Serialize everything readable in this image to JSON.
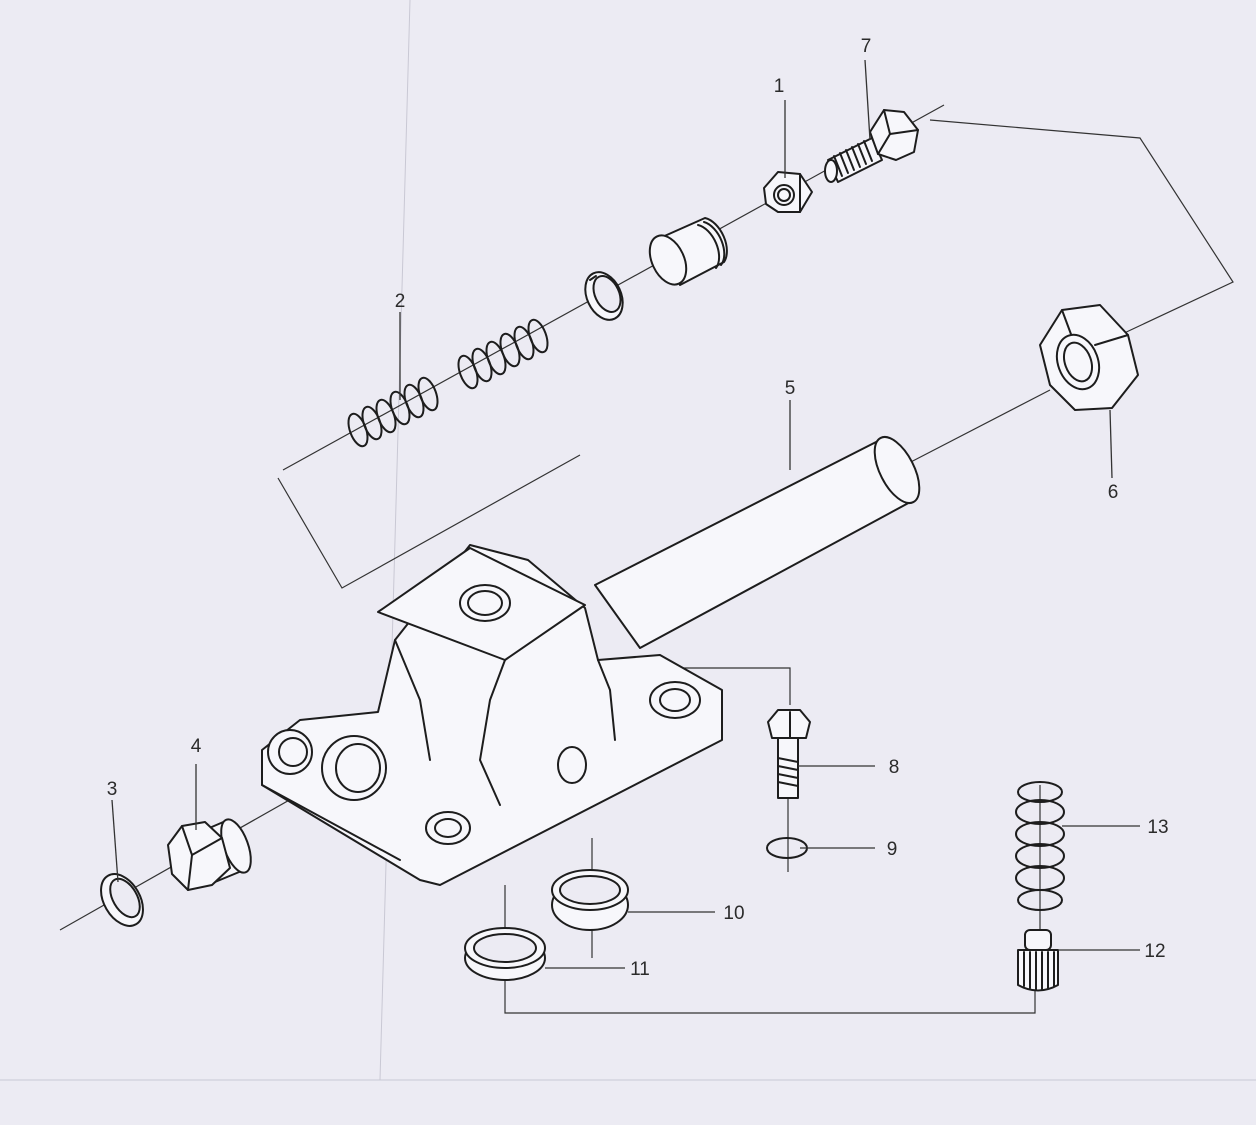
{
  "callouts": [
    {
      "id": "callout-1",
      "label": "1"
    },
    {
      "id": "callout-2",
      "label": "2"
    },
    {
      "id": "callout-3",
      "label": "3"
    },
    {
      "id": "callout-4",
      "label": "4"
    },
    {
      "id": "callout-5",
      "label": "5"
    },
    {
      "id": "callout-6",
      "label": "6"
    },
    {
      "id": "callout-7",
      "label": "7"
    },
    {
      "id": "callout-8",
      "label": "8"
    },
    {
      "id": "callout-9",
      "label": "9"
    },
    {
      "id": "callout-10",
      "label": "10"
    },
    {
      "id": "callout-11",
      "label": "11"
    },
    {
      "id": "callout-12",
      "label": "12"
    },
    {
      "id": "callout-13",
      "label": "13"
    }
  ],
  "colors": {
    "paper": "#ecebf3",
    "ink": "#1d1d1d",
    "part_fill": "#f7f7fb"
  }
}
